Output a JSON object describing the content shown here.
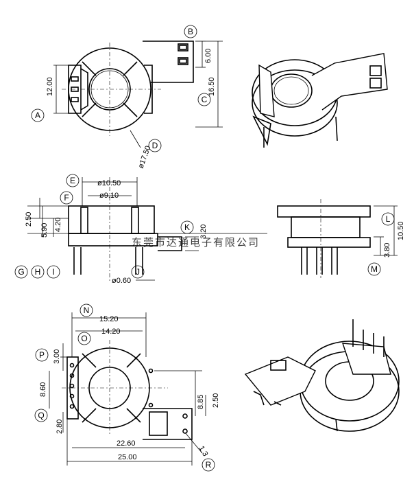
{
  "labels": [
    "A",
    "B",
    "C",
    "D",
    "E",
    "F",
    "G",
    "H",
    "I",
    "J",
    "K",
    "L",
    "M",
    "N",
    "O",
    "P",
    "Q",
    "R"
  ],
  "dims": {
    "top_height": "12.00",
    "top_b": "6.00",
    "top_c": "16.50",
    "top_d": "ø17.50",
    "side_e": "ø10.50",
    "side_f": "ø9.10",
    "side_250": "2.50",
    "side_590": "5.90",
    "side_420": "4.20",
    "side_k": "3.20",
    "side_j": "ø0.60",
    "right_l": "10.50",
    "right_m": "3.80",
    "bot_n": "15.20",
    "bot_o": "14.20",
    "bot_p": "3.00",
    "bot_860": "8.60",
    "bot_q": "2.80",
    "bot_885": "8.85",
    "bot_250": "2.50",
    "bot_2260": "22.60",
    "bot_2500": "25.00",
    "bot_r": "1.3"
  },
  "watermark": "东莞市达通电子有限公司"
}
